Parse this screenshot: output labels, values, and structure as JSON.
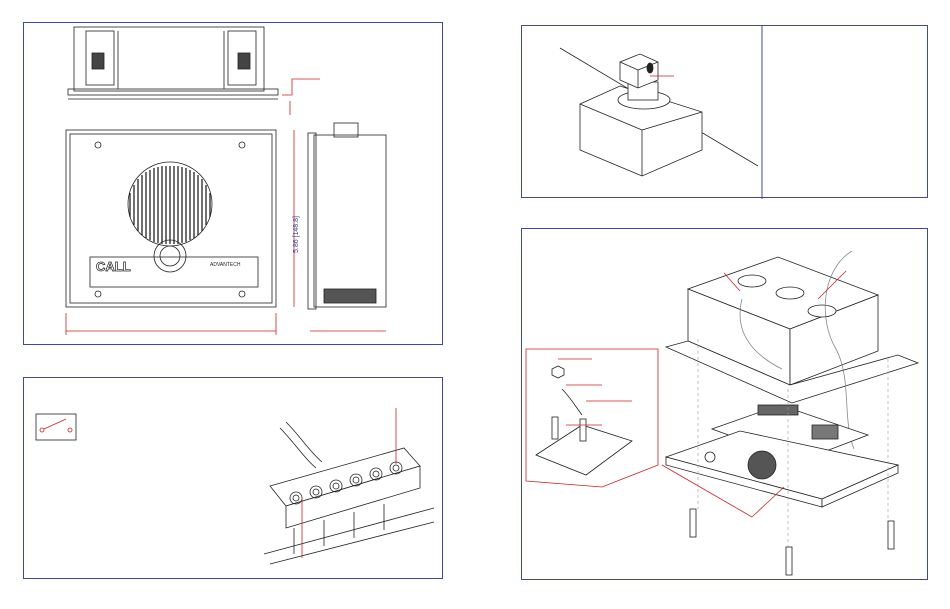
{
  "dimension_height": "5.86 [148.8]",
  "faceplate": {
    "call_label": "CALL",
    "brand": "ADVANTECH"
  },
  "colors": {
    "frame": "#3d4aa0",
    "leader": "#cc2222",
    "ink": "#222222"
  }
}
